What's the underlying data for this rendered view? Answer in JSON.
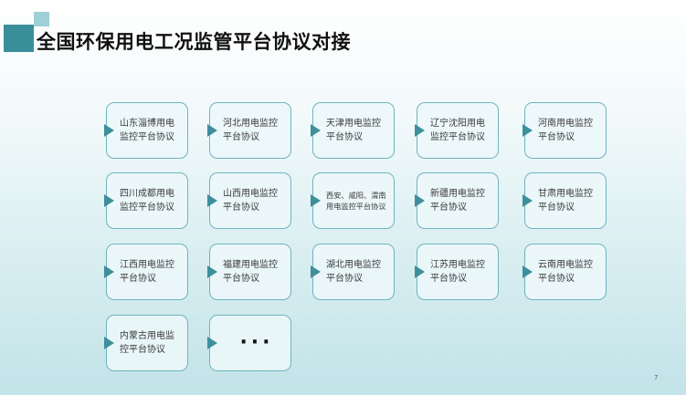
{
  "slide": {
    "title": "全国环保用电工况监管平台协议对接",
    "page_number": "7"
  },
  "cards": [
    {
      "label": "山东淄博用电监控平台协议"
    },
    {
      "label": "河北用电监控平台协议"
    },
    {
      "label": "天津用电监控平台协议"
    },
    {
      "label": "辽宁沈阳用电监控平台协议"
    },
    {
      "label": "河南用电监控平台协议"
    },
    {
      "label": "四川成都用电监控平台协议"
    },
    {
      "label": "山西用电监控平台协议"
    },
    {
      "label": "西安、咸阳、渭南用电监控平台协议"
    },
    {
      "label": "新疆用电监控平台协议"
    },
    {
      "label": "甘肃用电监控平台协议"
    },
    {
      "label": "江西用电监控平台协议"
    },
    {
      "label": "福建用电监控平台协议"
    },
    {
      "label": "湖北用电监控平台协议"
    },
    {
      "label": "江苏用电监控平台协议"
    },
    {
      "label": "云南用电监控平台协议"
    },
    {
      "label": "内蒙古用电监控平台协议"
    },
    {
      "label": "···"
    }
  ]
}
